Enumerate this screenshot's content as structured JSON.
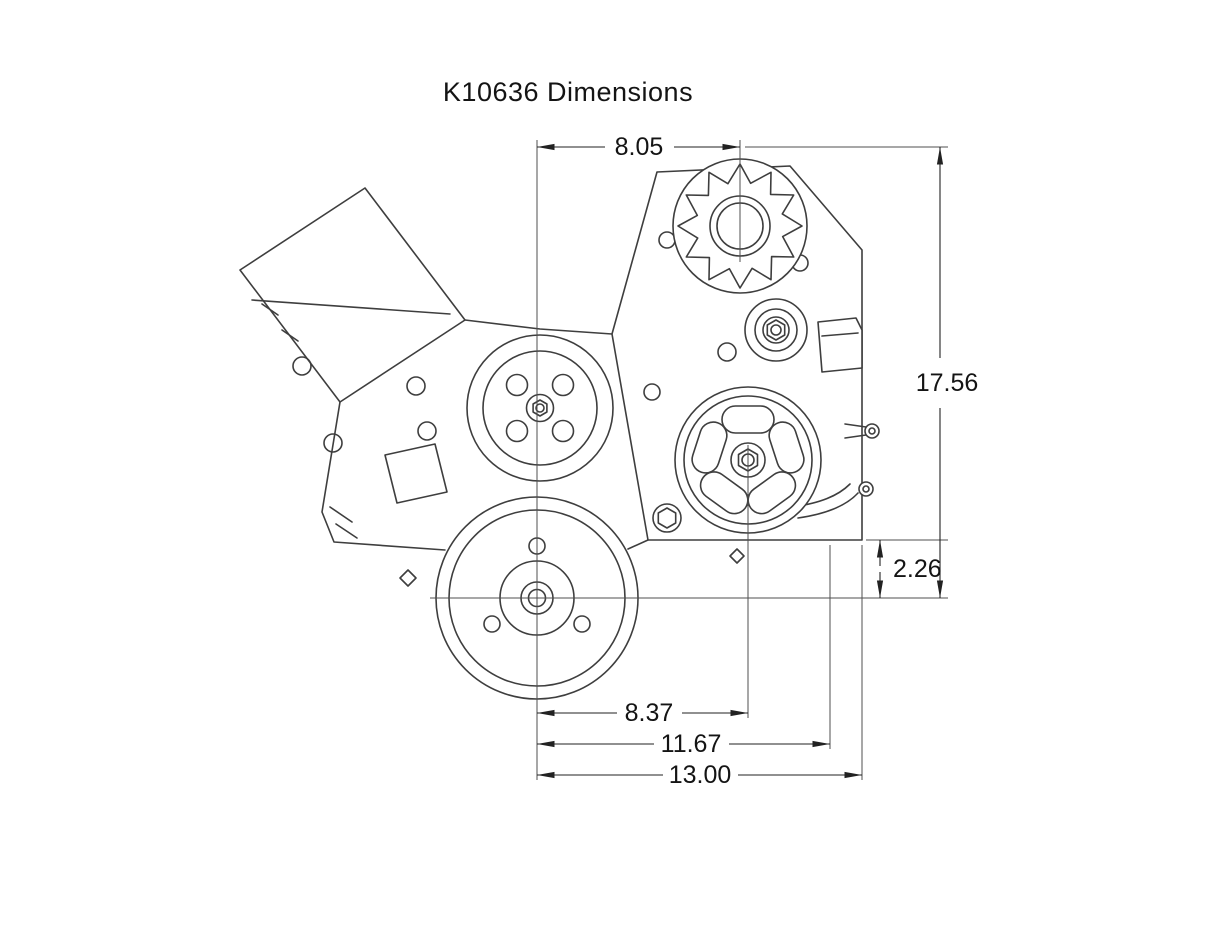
{
  "title": "K10636 Dimensions",
  "dimensions": {
    "top_width": "8.05",
    "overall_height": "17.56",
    "crank_offset": "2.26",
    "pump_center_width": "8.37",
    "mid_width": "11.67",
    "overall_width": "13.00"
  }
}
